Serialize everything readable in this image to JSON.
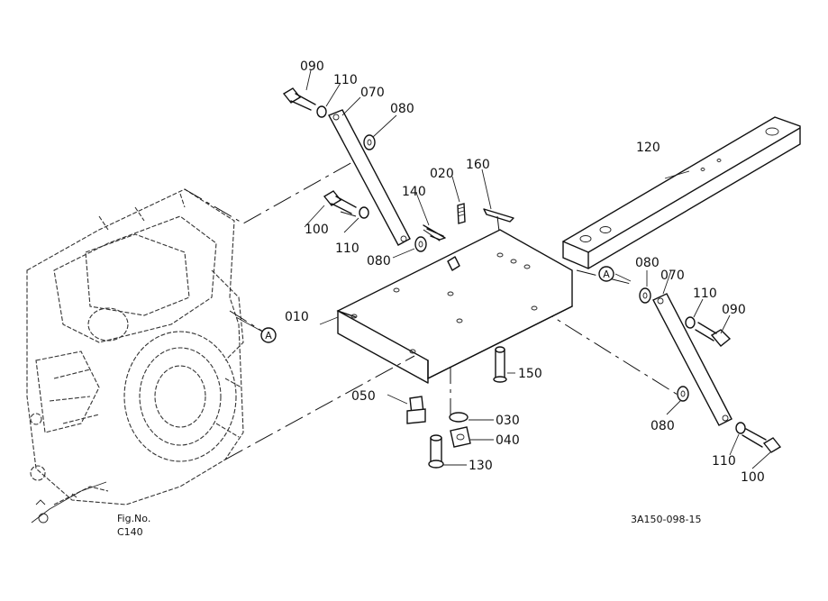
{
  "parts": {
    "p010": "010",
    "p020": "020",
    "p030": "030",
    "p040": "040",
    "p050": "050",
    "p070a": "070",
    "p070b": "070",
    "p080a": "080",
    "p080b": "080",
    "p080c": "080",
    "p080d": "080",
    "p090a": "090",
    "p090b": "090",
    "p100a": "100",
    "p100b": "100",
    "p110a": "110",
    "p110b": "110",
    "p110c": "110",
    "p110d": "110",
    "p120": "120",
    "p130": "130",
    "p140": "140",
    "p150": "150",
    "p160": "160"
  },
  "markers": {
    "a_left": "A",
    "a_right": "A"
  },
  "figref": {
    "label": "Fig.No.",
    "value": "C140"
  },
  "code": "3A150-098-15"
}
